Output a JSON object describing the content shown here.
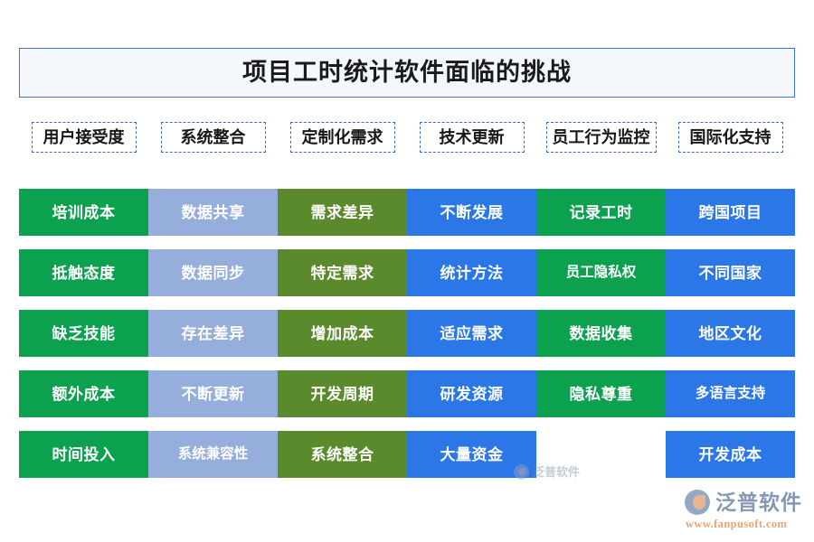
{
  "title": {
    "text": "项目工时统计软件面临的挑战"
  },
  "theme": {
    "title_border": "#3A75D0",
    "title_fill": "#F4F8FD",
    "header_border": "#3A6FC4",
    "col1_color": "#0BA14F",
    "col2_color": "#95AEDB",
    "col3_color": "#5B8A2C",
    "col4_color": "#2B77E8",
    "col5_color": "#0BA14F",
    "col6_color": "#2B77E8",
    "cell_text": "#FFFFFF"
  },
  "columns": [
    {
      "header": "用户接受度",
      "color": "#0BA14F",
      "items": [
        "培训成本",
        "抵触态度",
        "缺乏技能",
        "额外成本",
        "时间投入"
      ]
    },
    {
      "header": "系统整合",
      "color": "#95AEDB",
      "items": [
        "数据共享",
        "数据同步",
        "存在差异",
        "不断更新",
        "系统兼容性"
      ]
    },
    {
      "header": "定制化需求",
      "color": "#5B8A2C",
      "items": [
        "需求差异",
        "特定需求",
        "增加成本",
        "开发周期",
        "系统整合"
      ]
    },
    {
      "header": "技术更新",
      "color": "#2B77E8",
      "items": [
        "不断发展",
        "统计方法",
        "适应需求",
        "研发资源",
        "大量资金"
      ]
    },
    {
      "header": "员工行为监控",
      "color": "#0BA14F",
      "items": [
        "记录工时",
        "员工隐私权",
        "数据收集",
        "隐私尊重"
      ]
    },
    {
      "header": "国际化支持",
      "color": "#2B77E8",
      "items": [
        "跨国项目",
        "不同国家",
        "地区文化",
        "多语言支持",
        "开发成本"
      ]
    }
  ],
  "watermark": {
    "text": "泛普软件"
  },
  "logo": {
    "name": "泛普软件",
    "url": "www.fanpusoft.com"
  }
}
